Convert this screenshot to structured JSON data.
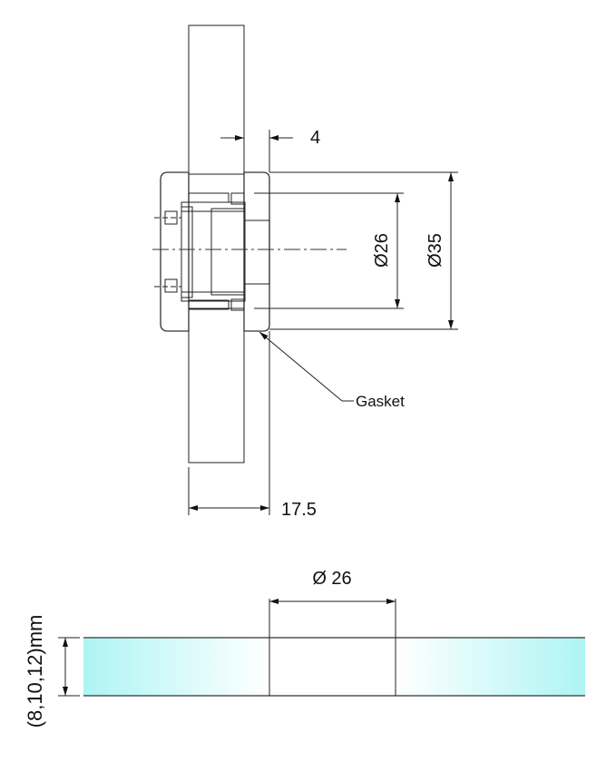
{
  "top_view": {
    "dim_gasket_thickness": "4",
    "dim_inner_diameter": "Ø26",
    "dim_outer_diameter": "Ø35",
    "dim_depth": "17.5",
    "callout_gasket": "Gasket"
  },
  "bottom_view": {
    "dim_hole_diameter": "Ø 26",
    "dim_glass_thickness": "(8,10,12)mm"
  },
  "colors": {
    "glass": "#aef4f4",
    "hatch": "#888888",
    "line": "#222222"
  }
}
